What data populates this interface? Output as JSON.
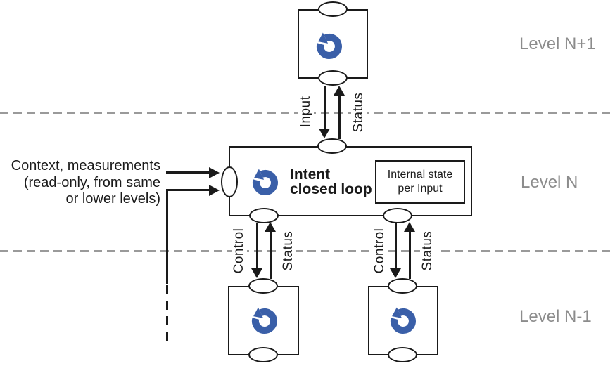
{
  "colors": {
    "ink_black": "#1a1a1a",
    "loop_arrow_blue": "#3a5fa8",
    "boundary_dash_gray": "#9a9a9a",
    "level_label_gray": "#8c8c8c"
  },
  "levels": {
    "upper_label": "Level N+1",
    "middle_label": "Level N",
    "lower_label": "Level N-1"
  },
  "loops": {
    "upper": {
      "icon": "counterclockwise-loop-arrow"
    },
    "middle": {
      "title": "Intent\nclosed loop",
      "internal_state_note": "Internal state\nper Input",
      "icon": "counterclockwise-loop-arrow"
    },
    "lower_left": {
      "icon": "counterclockwise-loop-arrow"
    },
    "lower_right": {
      "icon": "counterclockwise-loop-arrow"
    }
  },
  "annotation": {
    "context_note": "Context, measurements\n(read-only, from same\nor lower levels)"
  },
  "arrows": {
    "upper_down_label": "Input",
    "upper_up_label": "Status",
    "lower_left_down_label": "Control",
    "lower_left_up_label": "Status",
    "lower_right_down_label": "Control",
    "lower_right_up_label": "Status"
  }
}
